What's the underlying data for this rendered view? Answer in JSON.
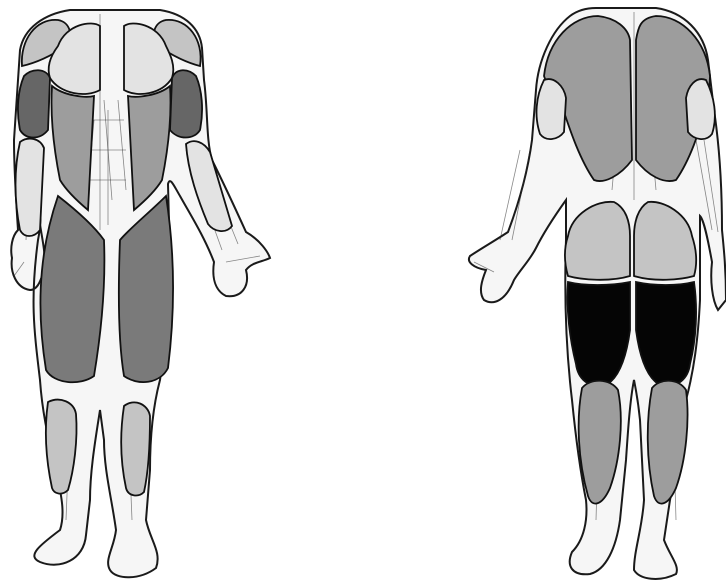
{
  "shades": {
    "lightest": "#e3e3e3",
    "light": "#c4c4c4",
    "medium": "#9d9d9d",
    "mid_dark": "#7a7a7a",
    "dark": "#666666",
    "black": "#050505"
  },
  "views": [
    {
      "name": "anterior",
      "muscle_groups": [
        {
          "name": "shoulders",
          "shade": "light"
        },
        {
          "name": "chest",
          "shade": "lightest"
        },
        {
          "name": "upper-arms",
          "shade": "dark"
        },
        {
          "name": "forearms",
          "shade": "lightest"
        },
        {
          "name": "obliques",
          "shade": "medium"
        },
        {
          "name": "thighs",
          "shade": "mid_dark"
        },
        {
          "name": "shins",
          "shade": "light"
        },
        {
          "name": "lower-legs",
          "shade": "light"
        }
      ]
    },
    {
      "name": "posterior",
      "muscle_groups": [
        {
          "name": "upper-back",
          "shade": "medium"
        },
        {
          "name": "triceps",
          "shade": "lightest"
        },
        {
          "name": "lower-back",
          "shade": "light"
        },
        {
          "name": "glutes",
          "shade": "light"
        },
        {
          "name": "hamstrings",
          "shade": "black"
        },
        {
          "name": "calves",
          "shade": "medium"
        }
      ]
    }
  ]
}
